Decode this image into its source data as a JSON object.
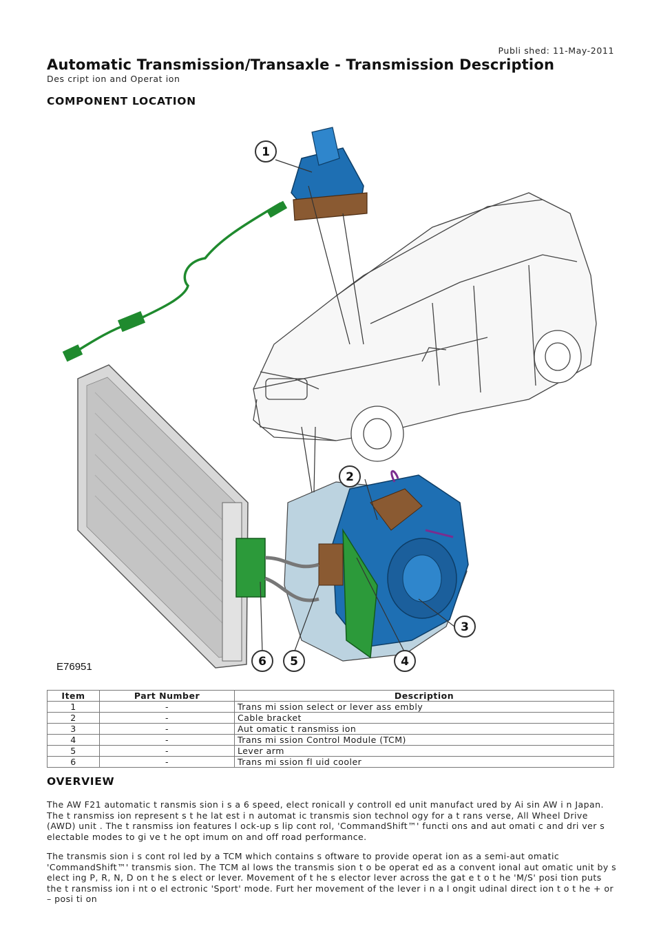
{
  "header": {
    "published": "Publi shed: 11-May-2011",
    "title": "Automatic Transmission/Transaxle - Transmission Description",
    "subtitle": "Des cript ion and Operat ion"
  },
  "component_location": {
    "heading": "COMPONENT LOCATION",
    "figure_code": "E76951",
    "callouts": [
      "1",
      "2",
      "3",
      "4",
      "5",
      "6"
    ]
  },
  "table": {
    "headers": [
      "Item",
      "Part Number",
      "Description"
    ],
    "rows": [
      [
        "1",
        "-",
        "Trans mi ssion select or lever ass embly"
      ],
      [
        "2",
        "-",
        "Cable bracket"
      ],
      [
        "3",
        "-",
        "Aut omatic t ransmiss ion"
      ],
      [
        "4",
        "-",
        "Trans mi ssion Control Module (TCM)"
      ],
      [
        "5",
        "-",
        "Lever arm"
      ],
      [
        "6",
        "-",
        "Trans mi ssion fl uid cooler"
      ]
    ]
  },
  "overview": {
    "heading": "OVERVIEW",
    "paragraphs": [
      "The AW F21 automatic t ransmis sion i s a 6 speed, elect ronicall y controll ed unit manufact ured by Ai sin AW i n Japan. The t ransmiss ion represent s t he lat est i n automat ic transmis sion technol ogy for a t rans verse, All Wheel Drive (AWD) unit . The t ransmiss ion features l ock-up s lip cont rol, 'CommandShift™' functi ons and aut omati c and dri ver s electable modes to gi ve t he opt imum on and off road performance.",
      "The transmis sion i s cont rol led by a TCM which contains s oftware to provide operat ion as a semi-aut omatic 'CommandShift™' transmis sion. The TCM al lows the transmis sion t o be operat ed as a convent ional aut omatic unit by s elect ing P, R, N, D on t he s elect or lever. Movement of t he s elector lever across the gat e t o t he 'M/S' posi tion puts the t ransmiss ion i nt o el ectronic 'Sport' mode. Furt her movement of the lever i n a l ongit udinal direct ion t o t he + or – posi ti on"
    ]
  }
}
